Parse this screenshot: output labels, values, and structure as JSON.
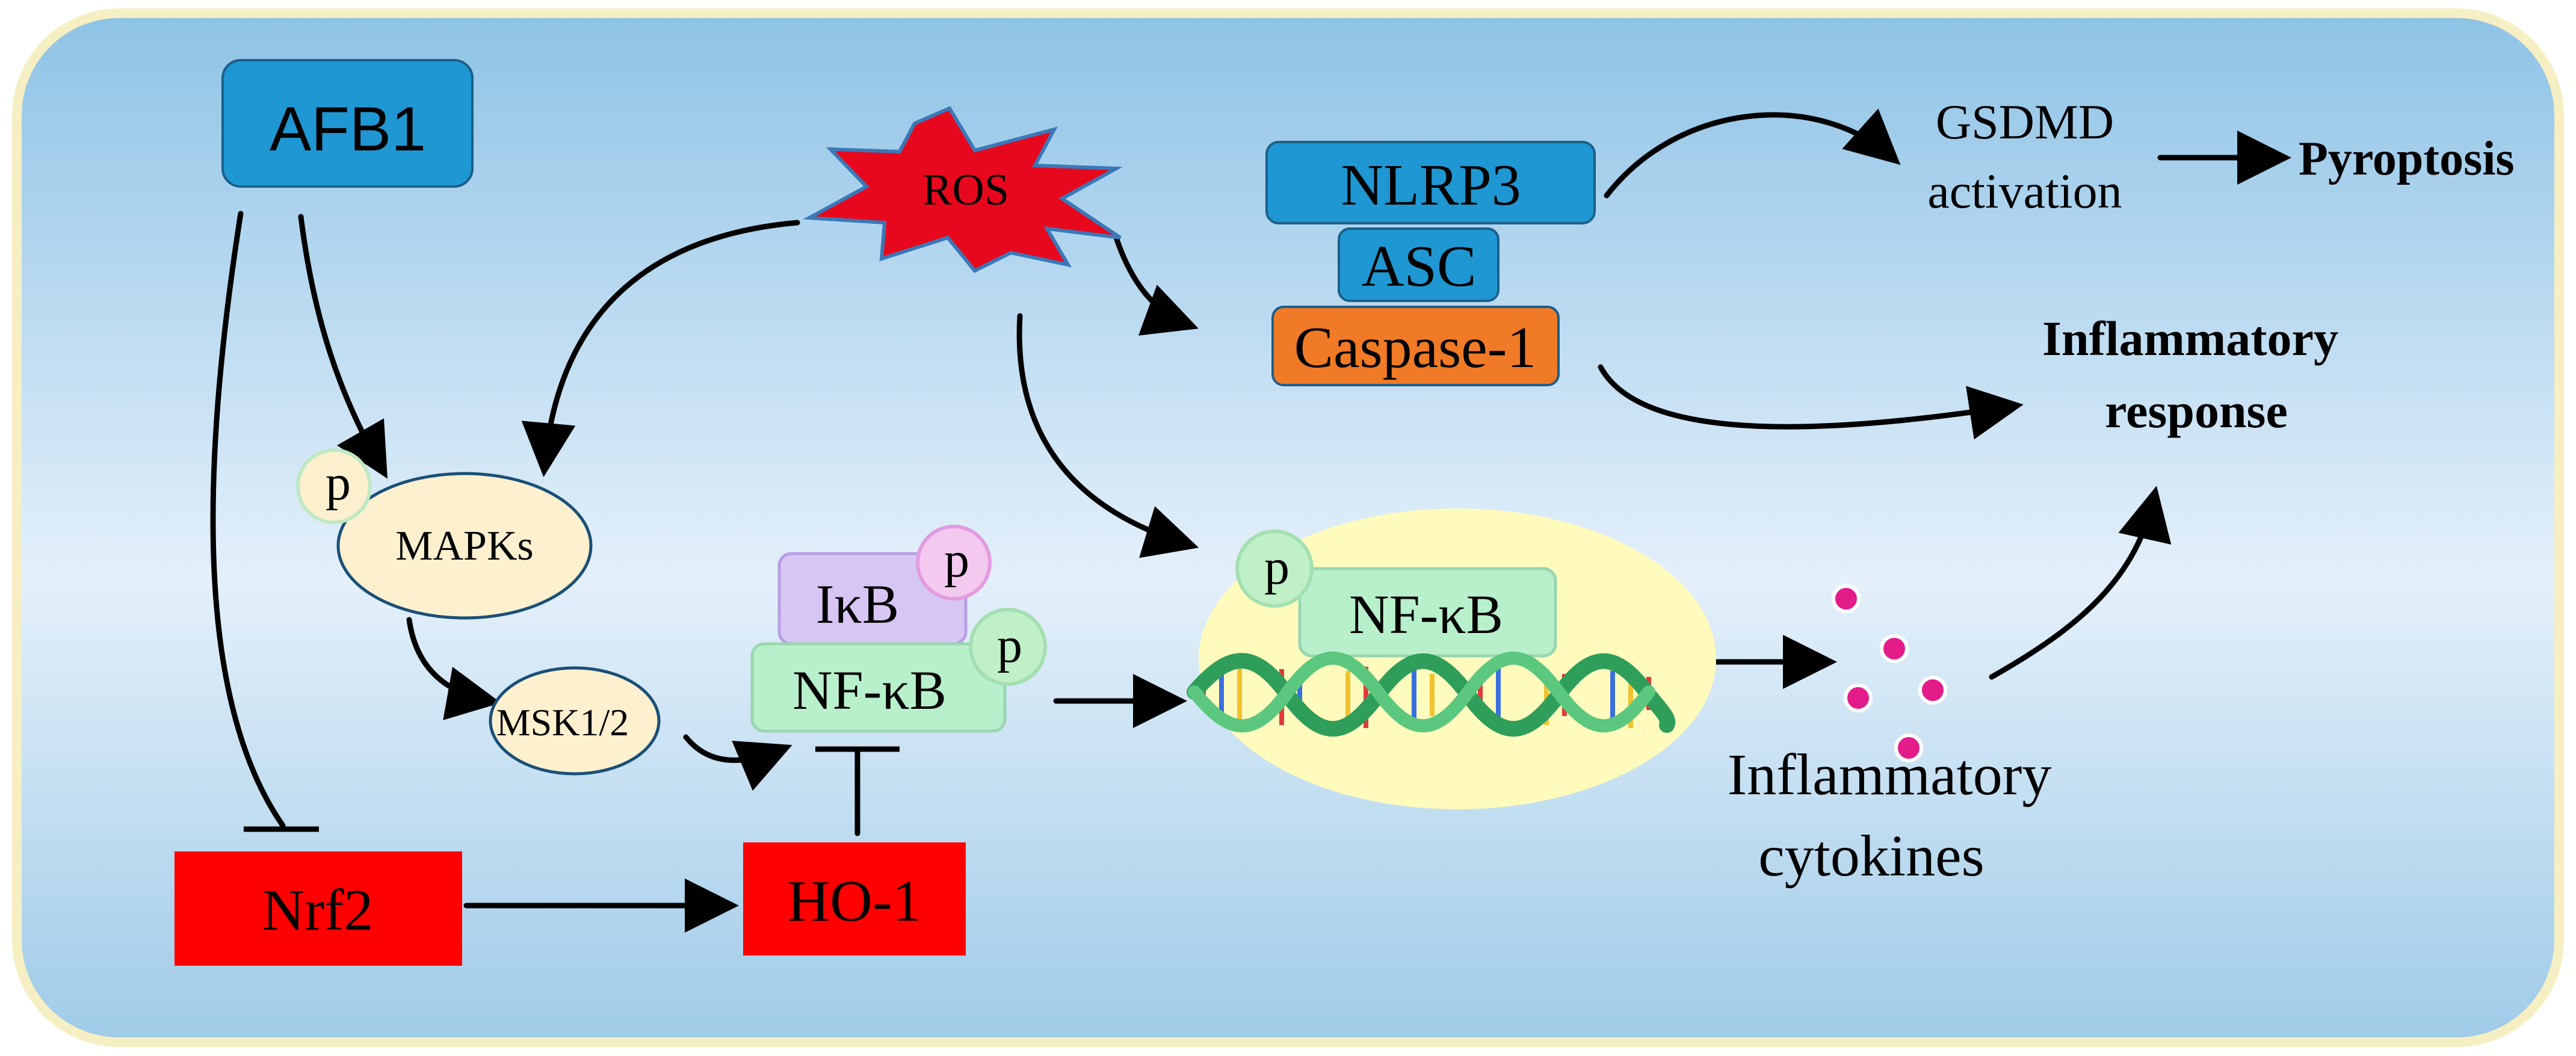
{
  "nodes": {
    "afb1": "AFB1",
    "ros": "ROS",
    "nlrp3": "NLRP3",
    "asc": "ASC",
    "caspase1": "Caspase-1",
    "gsdmd_line1": "GSDMD",
    "gsdmd_line2": "activation",
    "pyroptosis": "Pyroptosis",
    "inflammatory_response_line1": "Inflammatory",
    "inflammatory_response_line2": "response",
    "mapks": "MAPKs",
    "msk12": "MSK1/2",
    "ikb": "IκB",
    "nfkb_complex": "NF-κB",
    "nfkb_nuclear": "NF-κB",
    "nrf2": "Nrf2",
    "ho1": "HO-1",
    "cytokines_line1": "Inflammatory",
    "cytokines_line2": "cytokines",
    "phospho_label": "p"
  },
  "colors": {
    "background_top": "#8ec3e6",
    "background_mid": "#e4f0fa",
    "background_bottom": "#9fcbe8",
    "frame_border": "#f6efc3",
    "afb1_fill": "#1f97d2",
    "nlrp3_asc_fill": "#1f97d2",
    "caspase_fill": "#f07a26",
    "red_box_fill": "#ff0000",
    "ros_fill": "#e8081e",
    "ros_stroke": "#3a78b8",
    "oval_fill": "#fdf0cf",
    "nfkb_fill": "#b9f0cc",
    "ikb_fill": "#d7c6f4",
    "p_circle_fill": "#bff0c6",
    "p_circle_pink_fill": "#f4c9ef",
    "nucleus_fill": "#fefbbd",
    "cytokine_dot": "#e31c8a"
  }
}
